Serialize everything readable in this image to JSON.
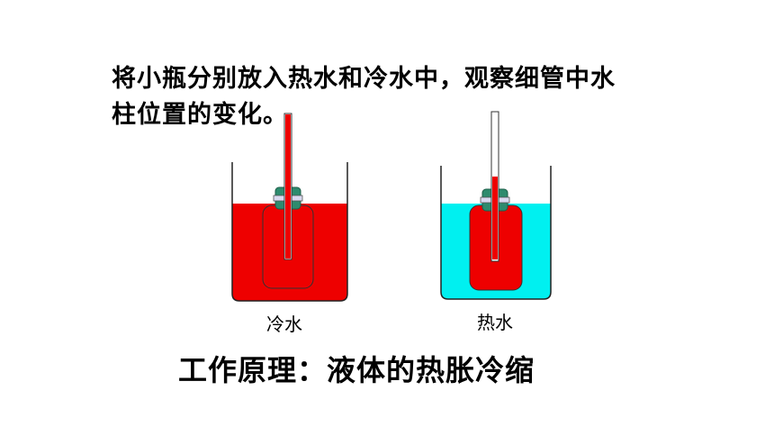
{
  "instruction": {
    "line1": "将小瓶分别放入热水和冷水中，观察细管中水",
    "line2": "柱位置的变化。"
  },
  "beakers": {
    "cold": {
      "label": "冷水",
      "water_color": "#ee0000",
      "bottle_color": "#ee0000",
      "column_color": "#ee0000"
    },
    "hot": {
      "label": "热水",
      "water_color": "#00f0f0",
      "bottle_color": "#ee0000",
      "column_color": "#ee0000"
    }
  },
  "principle": "工作原理：液体的热胀冷缩"
}
